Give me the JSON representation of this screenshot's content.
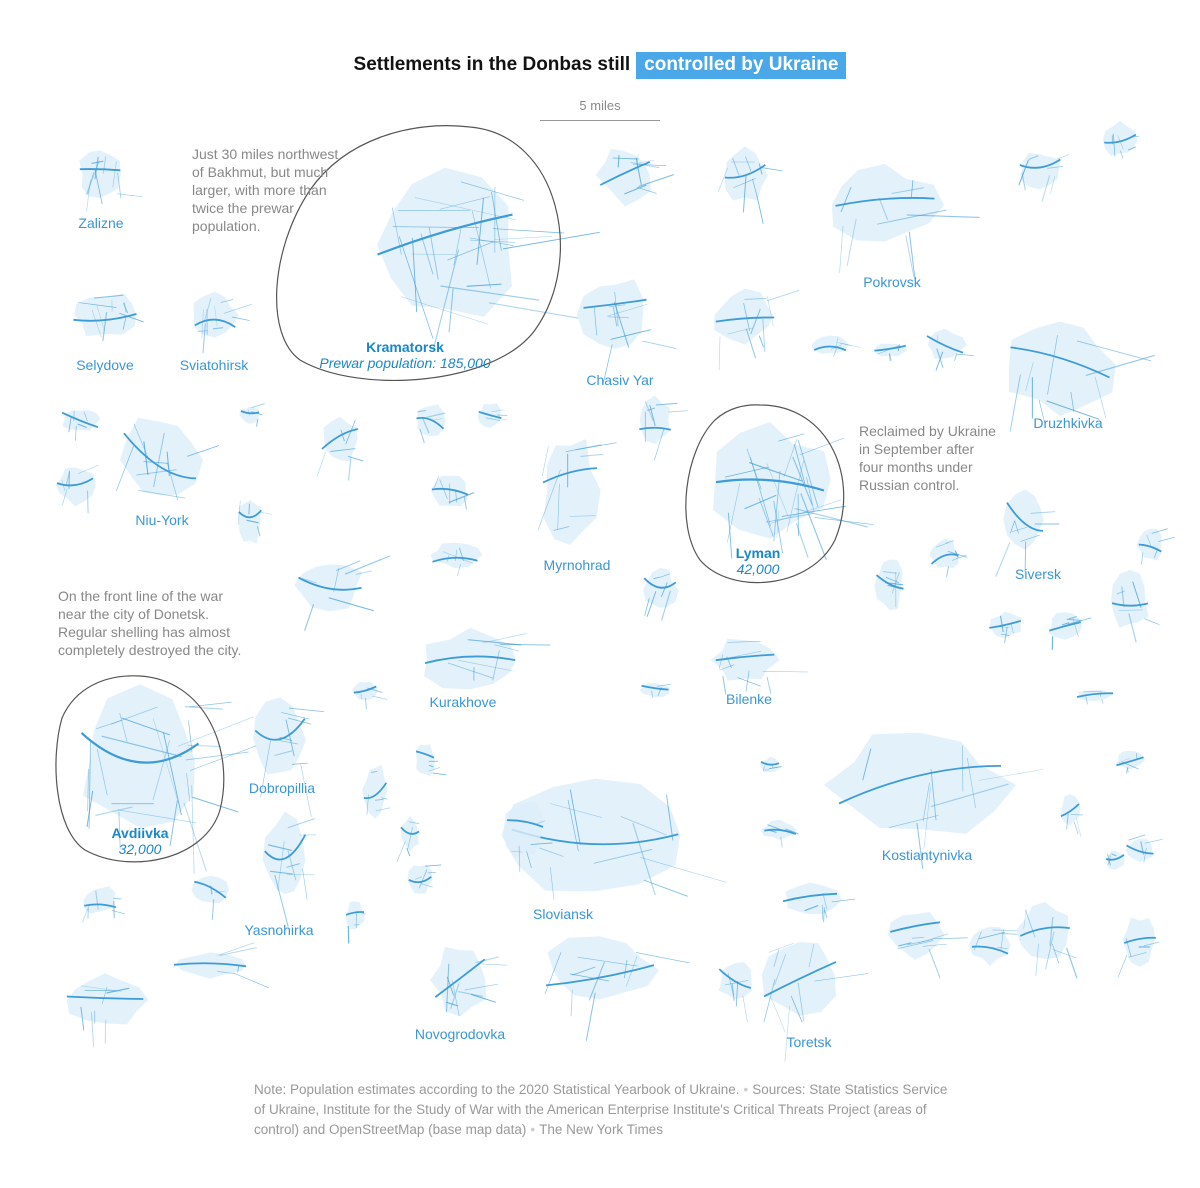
{
  "title": {
    "text": "Settlements in the Donbas still",
    "highlight": "controlled by Ukraine"
  },
  "scale": {
    "label": "5 miles"
  },
  "colors": {
    "accent": "#4aa8e8",
    "road": "#3d9bd8",
    "fill": "#dcedfa",
    "text": "#3a96d4"
  },
  "settlements": [
    {
      "name": "Zalizne"
    },
    {
      "name": "Selydove"
    },
    {
      "name": "Sviatohirsk"
    },
    {
      "name": "Niu-York"
    },
    {
      "name": "Chasiv Yar"
    },
    {
      "name": "Pokrovsk"
    },
    {
      "name": "Druzhkivka"
    },
    {
      "name": "Myrnohrad"
    },
    {
      "name": "Siversk"
    },
    {
      "name": "Kurakhove"
    },
    {
      "name": "Bilenke"
    },
    {
      "name": "Dobropillia"
    },
    {
      "name": "Kostiantynivka"
    },
    {
      "name": "Sloviansk"
    },
    {
      "name": "Yasnohirka"
    },
    {
      "name": "Novogrodovka"
    },
    {
      "name": "Toretsk"
    }
  ],
  "highlighted": [
    {
      "name": "Kramatorsk",
      "population": "Prewar population: 185,000"
    },
    {
      "name": "Lyman",
      "population": "42,000"
    },
    {
      "name": "Avdiivka",
      "population": "32,000"
    }
  ],
  "annotations": {
    "kramatorsk": [
      "Just 30 miles northwest",
      "of Bakhmut, but much",
      "larger, with more than",
      "twice the prewar",
      "population."
    ],
    "lyman": [
      "Reclaimed by Ukraine",
      "in September after",
      "four months under",
      "Russian control."
    ],
    "avdiivka": [
      "On the front line of the war",
      "near the city of Donetsk.",
      "Regular shelling has almost",
      "completely destroyed the city."
    ]
  },
  "note": {
    "part1": "Note: Population estimates according to the 2020 Statistical Yearbook of Ukraine.",
    "part2": "Sources: State Statistics Service of Ukraine, Institute for the Study of War with the American Enterprise Institute's Critical Threats Project (areas of control) and OpenStreetMap (base map data)",
    "part3": "The New York Times"
  }
}
